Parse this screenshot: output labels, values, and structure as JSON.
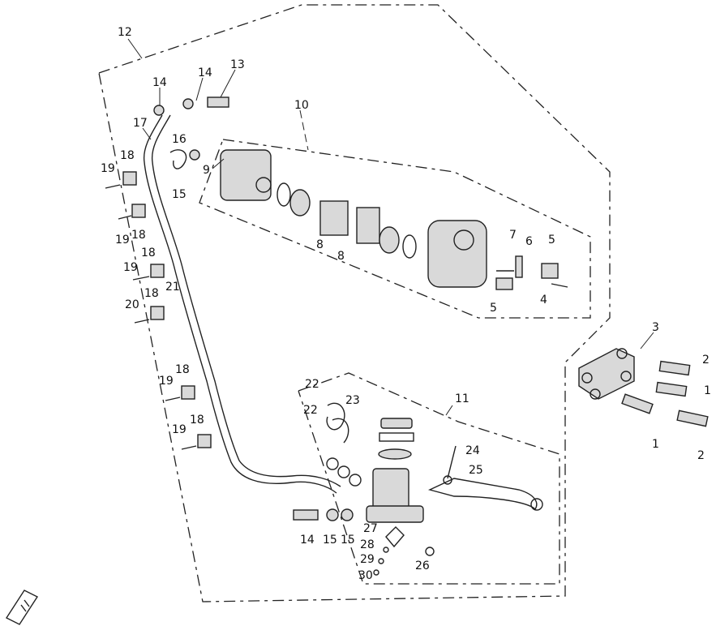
{
  "diagram": {
    "callouts": [
      {
        "id": "c12",
        "text": "12"
      },
      {
        "id": "c14a",
        "text": "14"
      },
      {
        "id": "c14b",
        "text": "14"
      },
      {
        "id": "c13",
        "text": "13"
      },
      {
        "id": "c10",
        "text": "10"
      },
      {
        "id": "c17",
        "text": "17"
      },
      {
        "id": "c16",
        "text": "16"
      },
      {
        "id": "c15a",
        "text": "15"
      },
      {
        "id": "c9",
        "text": "9"
      },
      {
        "id": "c18a",
        "text": "18"
      },
      {
        "id": "c19a",
        "text": "19"
      },
      {
        "id": "c19b",
        "text": "19"
      },
      {
        "id": "c18b",
        "text": "18"
      },
      {
        "id": "c8a",
        "text": "8"
      },
      {
        "id": "c8b",
        "text": "8"
      },
      {
        "id": "c7",
        "text": "7"
      },
      {
        "id": "c6",
        "text": "6"
      },
      {
        "id": "c5a",
        "text": "5"
      },
      {
        "id": "c5b",
        "text": "5"
      },
      {
        "id": "c4",
        "text": "4"
      },
      {
        "id": "c19c",
        "text": "19"
      },
      {
        "id": "c18c",
        "text": "18"
      },
      {
        "id": "c18d",
        "text": "18"
      },
      {
        "id": "c21",
        "text": "21"
      },
      {
        "id": "c20",
        "text": "20"
      },
      {
        "id": "c3",
        "text": "3"
      },
      {
        "id": "c2a",
        "text": "2"
      },
      {
        "id": "c1a",
        "text": "1"
      },
      {
        "id": "c19d",
        "text": "19"
      },
      {
        "id": "c18e",
        "text": "18"
      },
      {
        "id": "c22a",
        "text": "22"
      },
      {
        "id": "c23",
        "text": "23"
      },
      {
        "id": "c11",
        "text": "11"
      },
      {
        "id": "c22b",
        "text": "22"
      },
      {
        "id": "c19e",
        "text": "19"
      },
      {
        "id": "c18f",
        "text": "18"
      },
      {
        "id": "c24",
        "text": "24"
      },
      {
        "id": "c25",
        "text": "25"
      },
      {
        "id": "c1b",
        "text": "1"
      },
      {
        "id": "c2b",
        "text": "2"
      },
      {
        "id": "c27",
        "text": "27"
      },
      {
        "id": "c14c",
        "text": "14"
      },
      {
        "id": "c15b",
        "text": "15"
      },
      {
        "id": "c15c",
        "text": "15"
      },
      {
        "id": "c28",
        "text": "28"
      },
      {
        "id": "c29",
        "text": "29"
      },
      {
        "id": "c26",
        "text": "26"
      },
      {
        "id": "c30",
        "text": "30"
      }
    ]
  }
}
